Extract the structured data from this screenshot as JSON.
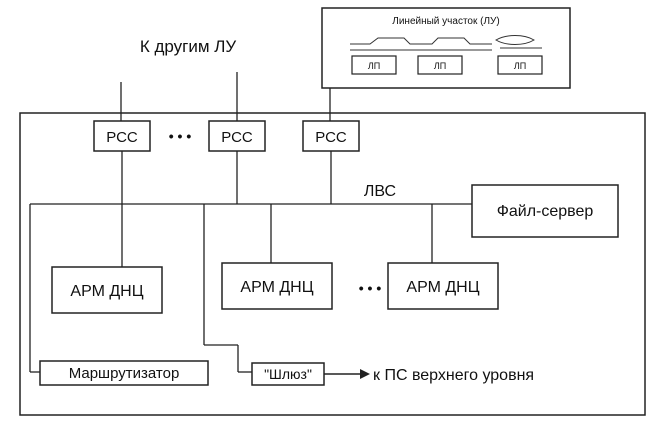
{
  "diagram": {
    "top_label": "К другим ЛУ",
    "line_section": {
      "title": "Линейный участок (ЛУ)",
      "nodes": [
        {
          "label": "ЛП"
        },
        {
          "label": "ЛП"
        },
        {
          "label": "ЛП"
        }
      ]
    },
    "pcc_boxes": [
      {
        "label": "РСС"
      },
      {
        "label": "РСС"
      },
      {
        "label": "РСС"
      }
    ],
    "ellipsis_top": "• • •",
    "lan_label": "ЛВС",
    "file_server": "Файл-сервер",
    "arm_boxes": [
      {
        "label": "АРМ ДНЦ"
      },
      {
        "label": "АРМ ДНЦ"
      },
      {
        "label": "АРМ ДНЦ"
      }
    ],
    "ellipsis_bottom": "• • •",
    "router": "Маршрутизатор",
    "gateway": "\"Шлюз\"",
    "upper_link": "к ПС верхнего уровня"
  }
}
